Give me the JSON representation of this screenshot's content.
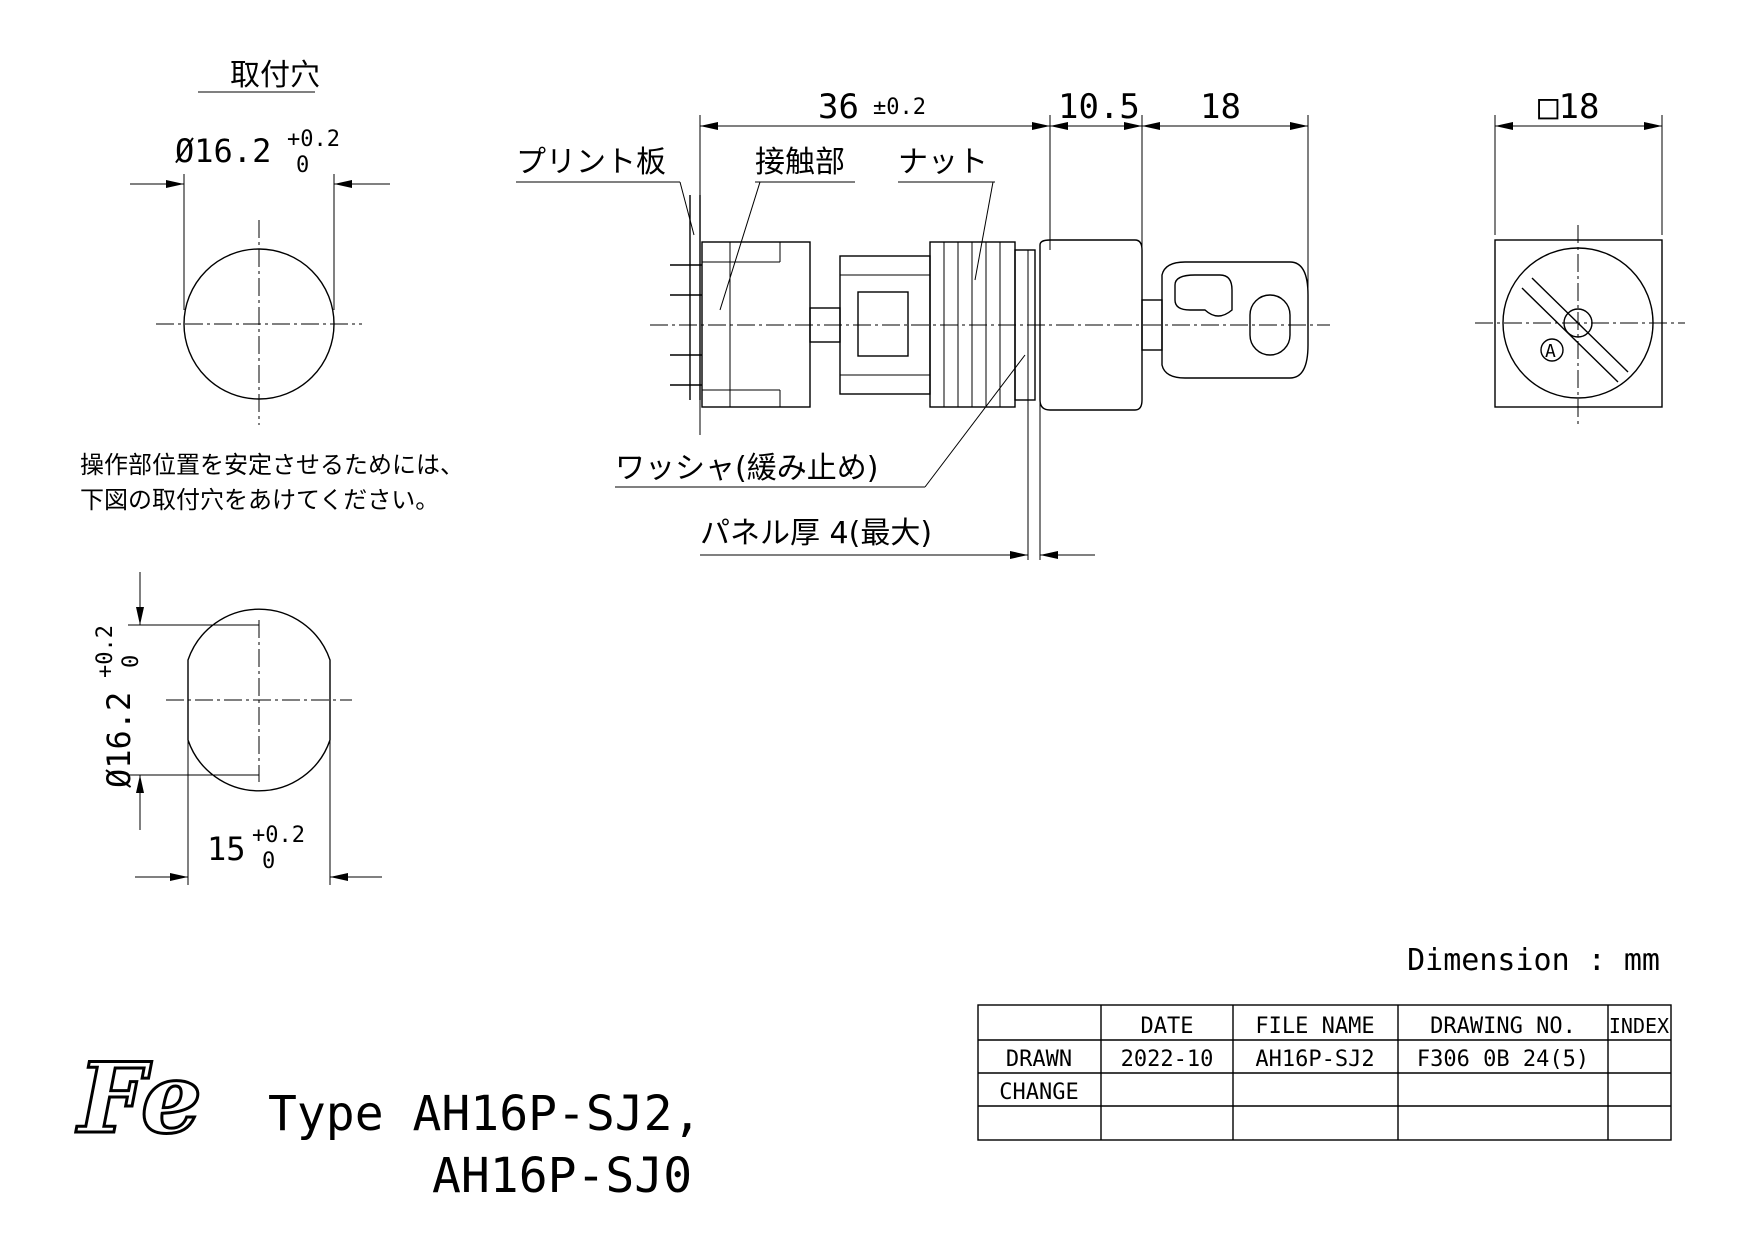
{
  "mounting_hole": {
    "title": "取付穴",
    "dia_main": "Ø16.2",
    "dia_tol_upper": "+0.2",
    "dia_tol_lower": "0",
    "note_line1": "操作部位置を安定させるためには、",
    "note_line2": "下図の取付穴をあけてください。",
    "flat_main": "15",
    "flat_tol_upper": "+0.2",
    "flat_tol_lower": "0",
    "vert_dia_main": "Ø16.2",
    "vert_tol_upper": "+0.2",
    "vert_tol_lower": "0"
  },
  "side_view": {
    "dim_36": "36",
    "dim_36_tol": "±0.2",
    "dim_10_5": "10.5",
    "dim_18": "18",
    "label_pcb": "プリント板",
    "label_contact": "接触部",
    "label_nut": "ナット",
    "label_washer": "ワッシャ(緩み止め)",
    "label_panel": "パネル厚 4(最大)"
  },
  "front_view": {
    "dim_square": "□18",
    "key_mark": "A"
  },
  "dimension_unit": "Dimension : mm",
  "title_block": {
    "headers": [
      "",
      "DATE",
      "FILE NAME",
      "DRAWING NO.",
      "INDEX"
    ],
    "rows": [
      [
        "DRAWN",
        "2022-10",
        "AH16P-SJ2",
        "F306 0B 24(5)",
        ""
      ],
      [
        "CHANGE",
        "",
        "",
        "",
        ""
      ],
      [
        "",
        "",
        "",
        "",
        ""
      ]
    ]
  },
  "logo_text": "Fe",
  "type_line1": "Type AH16P-SJ2,",
  "type_line2": "AH16P-SJ0"
}
